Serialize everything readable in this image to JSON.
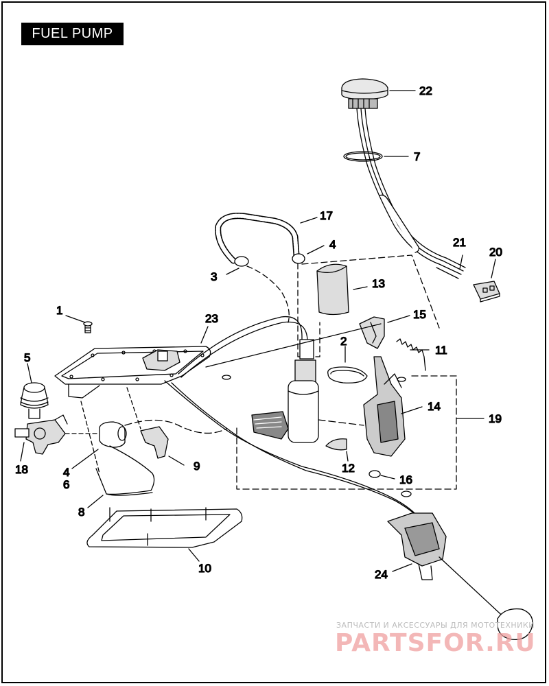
{
  "title": "FUEL PUMP",
  "callouts": [
    {
      "id": "22",
      "label": "22"
    },
    {
      "id": "7",
      "label": "7"
    },
    {
      "id": "17",
      "label": "17"
    },
    {
      "id": "4a",
      "label": "4"
    },
    {
      "id": "21",
      "label": "21"
    },
    {
      "id": "20",
      "label": "20"
    },
    {
      "id": "3",
      "label": "3"
    },
    {
      "id": "13",
      "label": "13"
    },
    {
      "id": "1",
      "label": "1"
    },
    {
      "id": "23",
      "label": "23"
    },
    {
      "id": "15",
      "label": "15"
    },
    {
      "id": "2",
      "label": "2"
    },
    {
      "id": "11",
      "label": "11"
    },
    {
      "id": "5",
      "label": "5"
    },
    {
      "id": "19",
      "label": "19"
    },
    {
      "id": "14",
      "label": "14"
    },
    {
      "id": "18",
      "label": "18"
    },
    {
      "id": "9",
      "label": "9"
    },
    {
      "id": "4b",
      "label": "4"
    },
    {
      "id": "6",
      "label": "6"
    },
    {
      "id": "12",
      "label": "12"
    },
    {
      "id": "16",
      "label": "16"
    },
    {
      "id": "8",
      "label": "8"
    },
    {
      "id": "10",
      "label": "10"
    },
    {
      "id": "24",
      "label": "24"
    }
  ],
  "watermark": {
    "tagline": "ЗАПЧАСТИ И АКСЕССУАРЫ ДЛЯ МОТОТЕХНИКИ",
    "brand": "PARTSFOR.RU"
  }
}
